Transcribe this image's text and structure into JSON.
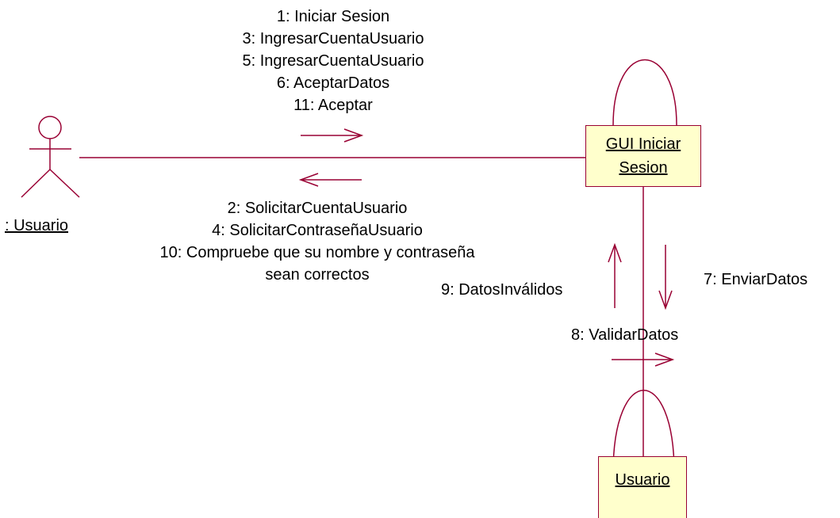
{
  "colors": {
    "line": "#990033",
    "object_fill": "#ffffcc",
    "text": "#000000"
  },
  "actor": {
    "name": ": Usuario"
  },
  "objects": {
    "gui": {
      "line1": "GUI Iniciar",
      "line2": "Sesion"
    },
    "usuario": {
      "name": "Usuario"
    }
  },
  "messages": {
    "to_gui": [
      "1: Iniciar Sesion",
      "3: IngresarCuentaUsuario",
      "5: IngresarCuentaUsuario",
      "6: AceptarDatos",
      "11: Aceptar"
    ],
    "to_actor": [
      "2: SolicitarCuentaUsuario",
      "4: SolicitarContraseñaUsuario",
      "10: Compruebe que su nombre y contraseña",
      "sean correctos"
    ],
    "datos_invalidos": "9: DatosInválidos",
    "enviar_datos": "7: EnviarDatos",
    "validar_datos": "8: ValidarDatos"
  }
}
